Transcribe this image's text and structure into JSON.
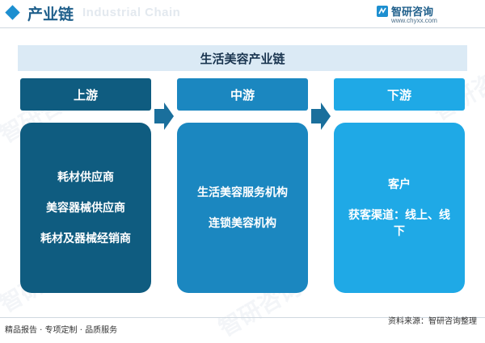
{
  "header": {
    "title": "产业链",
    "watermark": "Industrial Chain"
  },
  "brand": {
    "name": "智研咨询",
    "url": "www.chyxx.com"
  },
  "diagram": {
    "title": "生活美容产业链",
    "stages": [
      {
        "header": "上游",
        "items": [
          "耗材供应商",
          "美容器械供应商",
          "耗材及器械经销商"
        ],
        "header_color": "#0f5c80",
        "body_color": "#0f5c80"
      },
      {
        "header": "中游",
        "items": [
          "生活美容服务机构",
          "连锁美容机构"
        ],
        "header_color": "#1b87c0",
        "body_color": "#1b87c0"
      },
      {
        "header": "下游",
        "items": [
          "客户",
          "获客渠道：线上、线下"
        ],
        "header_color": "#1fa9e6",
        "body_color": "#1fa9e6"
      }
    ],
    "arrow_color": "#1a6f9c"
  },
  "footer": {
    "left": "精品报告 · 专项定制 · 品质服务",
    "source": "资料来源：智研咨询整理"
  },
  "watermark_text": "智研咨询"
}
